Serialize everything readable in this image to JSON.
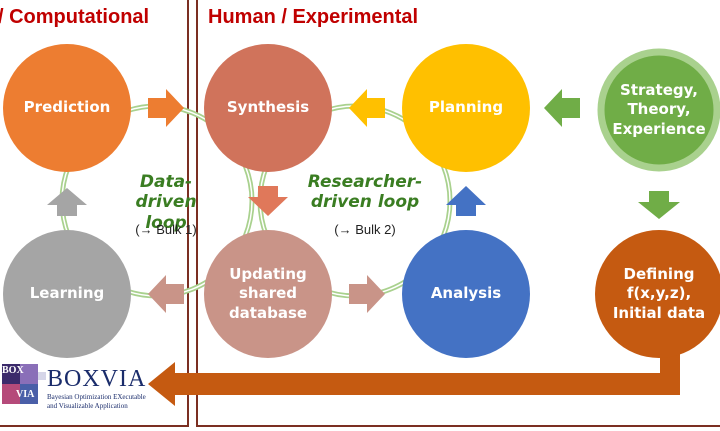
{
  "panels": {
    "computational": "/ Computational",
    "experimental": "Human / Experimental"
  },
  "nodes": {
    "prediction": "Prediction",
    "synthesis": "Synthesis",
    "planning": "Planning",
    "strategy": "Strategy,\nTheory,\nExperience",
    "learning": "Learning",
    "updating": "Updating\nshared\ndatabase",
    "analysis": "Analysis",
    "defining": "Defining\nf(x,y,z),\nInitial data"
  },
  "loops": {
    "data_driven": {
      "name": "Data-\ndriven loop",
      "sub": "(→ Bulk 1)"
    },
    "researcher_driven": {
      "name": "Researcher-\ndriven loop",
      "sub": "(→ Bulk 2)"
    }
  },
  "logo": {
    "name": "BOXVIA",
    "tile_top": "BOX",
    "tile_bottom": "VIA",
    "tagline_1": "Bayesian Optimization EXecutable",
    "tagline_2": "and Visualizable Application"
  },
  "colors": {
    "panel_border": "#7b2f22",
    "panel_title": "#c00000",
    "prediction": "#ed7d31",
    "synthesis": "#d0735b",
    "planning": "#ffc000",
    "strategy": "#70ad47",
    "learning": "#a5a5a5",
    "updating": "#c99488",
    "analysis": "#4472c4",
    "defining": "#c55a11",
    "big_arrow": "#c55a11"
  }
}
